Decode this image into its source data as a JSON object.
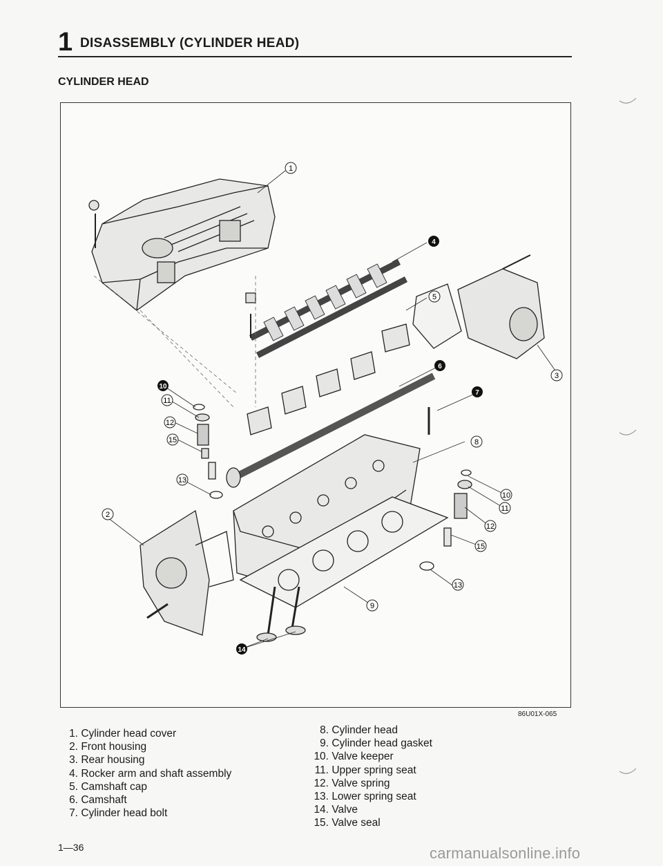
{
  "header": {
    "chapter_number": "1",
    "chapter_title": "DISASSEMBLY (CYLINDER HEAD)"
  },
  "section_title": "CYLINDER HEAD",
  "figure": {
    "code": "86U01X-065",
    "callouts": [
      "1",
      "2",
      "3",
      "4",
      "5",
      "6",
      "7",
      "8",
      "9",
      "10",
      "11",
      "12",
      "13",
      "14",
      "15"
    ]
  },
  "legend_left": [
    {
      "num": "1.",
      "label": "Cylinder head cover"
    },
    {
      "num": "2.",
      "label": "Front housing"
    },
    {
      "num": "3.",
      "label": "Rear housing"
    },
    {
      "num": "4.",
      "label": "Rocker arm and shaft assembly"
    },
    {
      "num": "5.",
      "label": "Camshaft cap"
    },
    {
      "num": "6.",
      "label": "Camshaft"
    },
    {
      "num": "7.",
      "label": "Cylinder head bolt"
    }
  ],
  "legend_right": [
    {
      "num": "8.",
      "label": "Cylinder head"
    },
    {
      "num": "9.",
      "label": "Cylinder head gasket"
    },
    {
      "num": "10.",
      "label": "Valve keeper"
    },
    {
      "num": "11.",
      "label": "Upper spring seat"
    },
    {
      "num": "12.",
      "label": "Valve spring"
    },
    {
      "num": "13.",
      "label": "Lower spring seat"
    },
    {
      "num": "14.",
      "label": "Valve"
    },
    {
      "num": "15.",
      "label": "Valve seal"
    }
  ],
  "page_number": "1—36",
  "watermark": "carmanualsonline.info"
}
